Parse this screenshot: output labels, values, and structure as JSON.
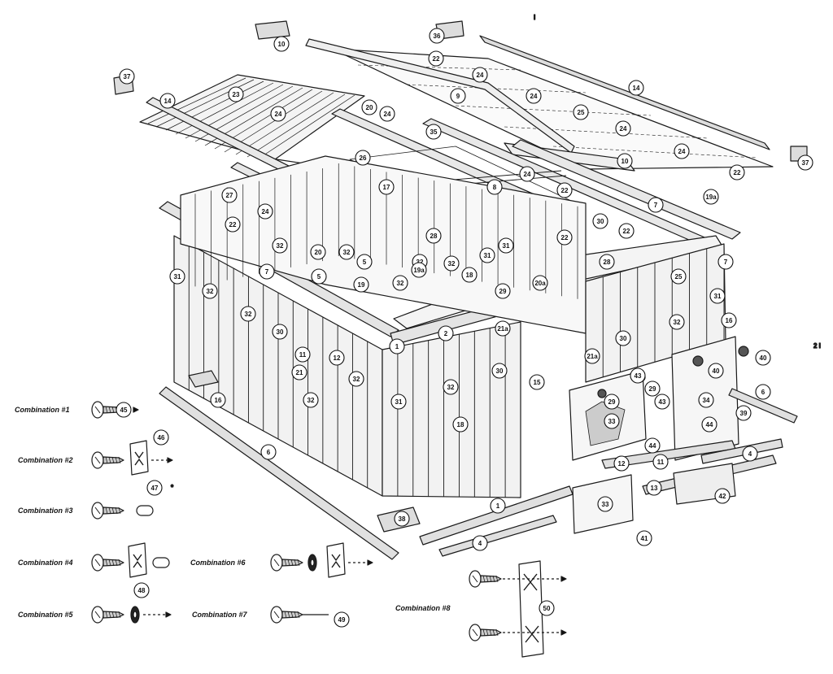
{
  "diagram": {
    "callouts": [
      {
        "label": "10"
      },
      {
        "label": "36"
      },
      {
        "label": "37"
      },
      {
        "label": "22"
      },
      {
        "label": "24"
      },
      {
        "label": "14"
      },
      {
        "label": "23"
      },
      {
        "label": "9"
      },
      {
        "label": "24"
      },
      {
        "label": "14"
      },
      {
        "label": "24"
      },
      {
        "label": "20"
      },
      {
        "label": "24"
      },
      {
        "label": "25"
      },
      {
        "label": "35"
      },
      {
        "label": "24"
      },
      {
        "label": "24"
      },
      {
        "label": "10"
      },
      {
        "label": "26"
      },
      {
        "label": "24"
      },
      {
        "label": "22"
      },
      {
        "label": "37"
      },
      {
        "label": "27"
      },
      {
        "label": "17"
      },
      {
        "label": "8"
      },
      {
        "label": "22"
      },
      {
        "label": "19a"
      },
      {
        "label": "24"
      },
      {
        "label": "7"
      },
      {
        "label": "22"
      },
      {
        "label": "28"
      },
      {
        "label": "22"
      },
      {
        "label": "32"
      },
      {
        "label": "20"
      },
      {
        "label": "32"
      },
      {
        "label": "5"
      },
      {
        "label": "32"
      },
      {
        "label": "31"
      },
      {
        "label": "22"
      },
      {
        "label": "32"
      },
      {
        "label": "30"
      },
      {
        "label": "31"
      },
      {
        "label": "32"
      },
      {
        "label": "7"
      },
      {
        "label": "5"
      },
      {
        "label": "19"
      },
      {
        "label": "32"
      },
      {
        "label": "19a"
      },
      {
        "label": "18"
      },
      {
        "label": "31"
      },
      {
        "label": "28"
      },
      {
        "label": "7"
      },
      {
        "label": "32"
      },
      {
        "label": "29"
      },
      {
        "label": "20a"
      },
      {
        "label": "25"
      },
      {
        "label": "31"
      },
      {
        "label": "32"
      },
      {
        "label": "2"
      },
      {
        "label": "21a"
      },
      {
        "label": "1"
      },
      {
        "label": "30"
      },
      {
        "label": "16"
      },
      {
        "label": "11"
      },
      {
        "label": "12"
      },
      {
        "label": "21"
      },
      {
        "label": "32"
      },
      {
        "label": "32"
      },
      {
        "label": "30"
      },
      {
        "label": "31"
      },
      {
        "label": "32"
      },
      {
        "label": "18"
      },
      {
        "label": "21a"
      },
      {
        "label": "15"
      },
      {
        "label": "30"
      },
      {
        "label": "40"
      },
      {
        "label": "40"
      },
      {
        "label": "33"
      },
      {
        "label": "29"
      },
      {
        "label": "29"
      },
      {
        "label": "43"
      },
      {
        "label": "34"
      },
      {
        "label": "6"
      },
      {
        "label": "39"
      },
      {
        "label": "16"
      },
      {
        "label": "43"
      },
      {
        "label": "44"
      },
      {
        "label": "44"
      },
      {
        "label": "6"
      },
      {
        "label": "12"
      },
      {
        "label": "11"
      },
      {
        "label": "4"
      },
      {
        "label": "13"
      },
      {
        "label": "1"
      },
      {
        "label": "33"
      },
      {
        "label": "42"
      },
      {
        "label": "38"
      },
      {
        "label": "4"
      },
      {
        "label": "41"
      },
      {
        "label": "45"
      },
      {
        "label": "46"
      },
      {
        "label": "47"
      },
      {
        "label": "48"
      },
      {
        "label": "49"
      },
      {
        "label": "50"
      }
    ],
    "margin_marks": {
      "top": "I",
      "right": "2 I"
    }
  },
  "combinations": [
    {
      "label": "Combination #1"
    },
    {
      "label": "Combination #2"
    },
    {
      "label": "Combination #3"
    },
    {
      "label": "Combination #4"
    },
    {
      "label": "Combination #5"
    },
    {
      "label": "Combination #6"
    },
    {
      "label": "Combination #7"
    },
    {
      "label": "Combination #8"
    }
  ],
  "asterisk": "*"
}
